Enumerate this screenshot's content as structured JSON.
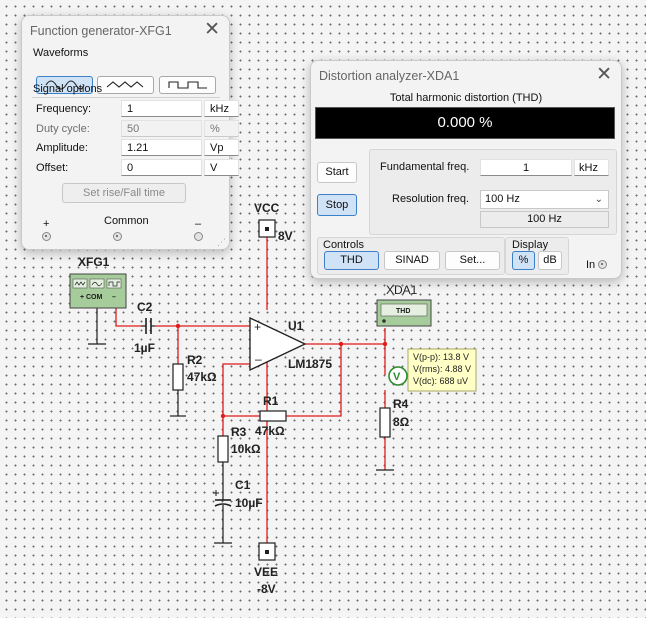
{
  "schematic": {
    "xfg_label": "XFG1",
    "xfg_com": "COM",
    "xda_label": "XDA1",
    "xda_thd": "THD",
    "c2_name": "C2",
    "c2_value": "1µF",
    "r2_name": "R2",
    "r2_value": "47kΩ",
    "u1_name": "U1",
    "u1_part": "LM1875",
    "r1_name": "R1",
    "r1_value": "47kΩ",
    "r3_name": "R3",
    "r3_value": "10kΩ",
    "c1_name": "C1",
    "c1_value": "10µF",
    "r4_name": "R4",
    "r4_value": "8Ω",
    "vcc_name": "VCC",
    "vcc_value": "8V",
    "vee_name": "VEE",
    "vee_value": "-8V",
    "probe_label": "V",
    "probe_vpp": "V(p-p): 13.8 V",
    "probe_vrms": "V(rms): 4.88 V",
    "probe_vdc": "V(dc): 688 uV"
  },
  "function_generator": {
    "title": "Function generator-XFG1",
    "close": "✕",
    "waveforms_label": "Waveforms",
    "signal_options_label": "Signal options",
    "frequency_label": "Frequency:",
    "frequency_value": "1",
    "frequency_unit": "kHz",
    "duty_cycle_label": "Duty cycle:",
    "duty_cycle_value": "50",
    "duty_cycle_unit": "%",
    "amplitude_label": "Amplitude:",
    "amplitude_value": "1.21",
    "amplitude_unit": "Vp",
    "offset_label": "Offset:",
    "offset_value": "0",
    "offset_unit": "V",
    "rise_fall_button": "Set rise/Fall time",
    "plus_label": "+",
    "common_label": "Common",
    "minus_label": "–",
    "selected_waveform": "sine-wave"
  },
  "distortion_analyzer": {
    "title": "Distortion analyzer-XDA1",
    "close": "✕",
    "thd_title": "Total harmonic distortion (THD)",
    "thd_value": "0.000 %",
    "start_button": "Start",
    "stop_button": "Stop",
    "fundamental_label": "Fundamental freq.",
    "fundamental_value": "1",
    "fundamental_unit": "kHz",
    "resolution_label": "Resolution freq.",
    "resolution_selected": "100 Hz",
    "resolution_readout": "100 Hz",
    "controls_label": "Controls",
    "thd_button": "THD",
    "sinad_button": "SINAD",
    "set_button": "Set...",
    "display_label": "Display",
    "percent_button": "%",
    "db_button": "dB",
    "in_label": "In"
  },
  "colors": {
    "wire": "#e21b1b",
    "component": "#1f1f1f",
    "instrument_green": "#a7cc9b",
    "accent_blue": "#3d7fc9",
    "probe_bg": "#ffffc6"
  }
}
